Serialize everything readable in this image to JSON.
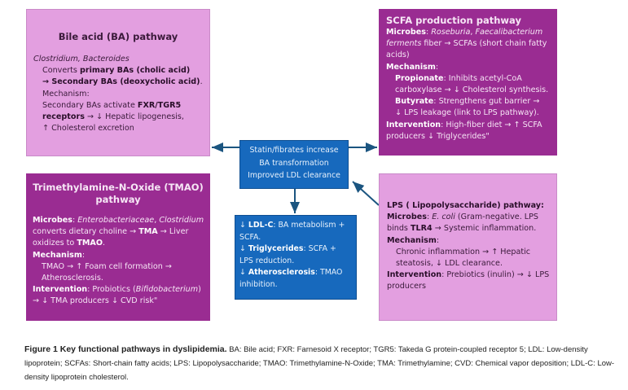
{
  "colors": {
    "pink": "#e39fe0",
    "purple": "#9a2c92",
    "blue": "#1769bd",
    "arrow": "#1b5580"
  },
  "bile_acid": {
    "title": "Bile acid (BA) pathway",
    "lines": [
      {
        "indent": false,
        "segs": [
          [
            "i",
            "Clostridium, Bacteroides"
          ]
        ]
      },
      {
        "indent": true,
        "segs": [
          [
            "n",
            "Converts "
          ],
          [
            "b",
            "primary BAs (cholic acid)"
          ]
        ]
      },
      {
        "indent": true,
        "segs": [
          [
            "b",
            "→ Secondary BAs (deoxycholic acid)"
          ],
          [
            "n",
            "."
          ]
        ]
      },
      {
        "indent": true,
        "segs": [
          [
            "n",
            "Mechanism:"
          ]
        ]
      },
      {
        "indent": true,
        "segs": [
          [
            "n",
            "Secondary BAs activate "
          ],
          [
            "b",
            "FXR/TGR5"
          ]
        ]
      },
      {
        "indent": true,
        "segs": [
          [
            "b",
            "receptors"
          ],
          [
            "n",
            " → ↓ Hepatic lipogenesis,"
          ]
        ]
      },
      {
        "indent": true,
        "segs": [
          [
            "n",
            "↑ Cholesterol excretion"
          ]
        ]
      }
    ]
  },
  "scfa": {
    "title": "SCFA production pathway",
    "lines": [
      {
        "indent": false,
        "segs": [
          [
            "b",
            "Microbes"
          ],
          [
            "n",
            ": "
          ],
          [
            "i",
            "Roseburia"
          ],
          [
            "n",
            ", "
          ],
          [
            "i",
            "Faecalibacterium"
          ]
        ]
      },
      {
        "indent": false,
        "segs": [
          [
            "i",
            "ferments"
          ],
          [
            "n",
            " fiber → SCFAs (short chain fatty"
          ]
        ]
      },
      {
        "indent": false,
        "segs": [
          [
            "n",
            "acids)"
          ]
        ]
      },
      {
        "indent": false,
        "segs": [
          [
            "b",
            "Mechanism"
          ],
          [
            "n",
            ":"
          ]
        ]
      },
      {
        "indent": true,
        "segs": [
          [
            "b",
            "Propionate"
          ],
          [
            "n",
            ": Inhibits acetyl-CoA"
          ]
        ]
      },
      {
        "indent": true,
        "segs": [
          [
            "n",
            "carboxylase → ↓ Cholesterol synthesis."
          ]
        ]
      },
      {
        "indent": true,
        "segs": [
          [
            "b",
            "Butyrate"
          ],
          [
            "n",
            ": Strengthens gut barrier →"
          ]
        ]
      },
      {
        "indent": true,
        "segs": [
          [
            "n",
            "↓ LPS leakage (link to LPS pathway)."
          ]
        ]
      },
      {
        "indent": false,
        "segs": [
          [
            "b",
            "Intervention"
          ],
          [
            "n",
            ": High-fiber diet → ↑ SCFA"
          ]
        ]
      },
      {
        "indent": false,
        "segs": [
          [
            "n",
            "producers ↓ Triglycerides\""
          ]
        ]
      }
    ]
  },
  "tmao": {
    "title": "Trimethylamine-N-Oxide (TMAO) pathway",
    "lines": [
      {
        "indent": false,
        "segs": [
          [
            "b",
            "Microbes"
          ],
          [
            "n",
            ": "
          ],
          [
            "i",
            "Enterobacteriaceae"
          ],
          [
            "n",
            ", "
          ],
          [
            "i",
            "Clostridium"
          ]
        ]
      },
      {
        "indent": false,
        "segs": [
          [
            "n",
            "converts dietary choline → "
          ],
          [
            "b",
            "TMA"
          ],
          [
            "n",
            " → Liver"
          ]
        ]
      },
      {
        "indent": false,
        "segs": [
          [
            "n",
            "oxidizes to "
          ],
          [
            "b",
            "TMAO"
          ],
          [
            "n",
            "."
          ]
        ]
      },
      {
        "indent": false,
        "segs": [
          [
            "b",
            "Mechanism"
          ],
          [
            "n",
            ":"
          ]
        ]
      },
      {
        "indent": true,
        "segs": [
          [
            "n",
            "TMAO → ↑ Foam cell formation →"
          ]
        ]
      },
      {
        "indent": true,
        "segs": [
          [
            "n",
            "Atherosclerosis."
          ]
        ]
      },
      {
        "indent": false,
        "segs": [
          [
            "b",
            "Intervention"
          ],
          [
            "n",
            ": Probiotics ("
          ],
          [
            "i",
            "Bifidobacterium"
          ],
          [
            "n",
            ")"
          ]
        ]
      },
      {
        "indent": false,
        "segs": [
          [
            "n",
            "→ ↓ TMA producers ↓ CVD risk\""
          ]
        ]
      }
    ]
  },
  "lps": {
    "lines": [
      {
        "indent": false,
        "segs": [
          [
            "b",
            "LPS ( Lipopolysaccharide) pathway:"
          ]
        ]
      },
      {
        "indent": false,
        "segs": [
          [
            "b",
            "Microbes"
          ],
          [
            "n",
            ": "
          ],
          [
            "i",
            "E. coli"
          ],
          [
            "n",
            " (Gram-negative. LPS"
          ]
        ]
      },
      {
        "indent": false,
        "segs": [
          [
            "n",
            "binds "
          ],
          [
            "b",
            "TLR4"
          ],
          [
            "n",
            " → Systemic inflammation."
          ]
        ]
      },
      {
        "indent": false,
        "segs": [
          [
            "b",
            "Mechanism"
          ],
          [
            "n",
            ":"
          ]
        ]
      },
      {
        "indent": true,
        "segs": [
          [
            "n",
            "Chronic inflammation → ↑ Hepatic"
          ]
        ]
      },
      {
        "indent": true,
        "segs": [
          [
            "n",
            "steatosis, ↓ LDL clearance."
          ]
        ]
      },
      {
        "indent": false,
        "segs": [
          [
            "b",
            "Intervention"
          ],
          [
            "n",
            ": Prebiotics (inulin) → ↓ LPS"
          ]
        ]
      },
      {
        "indent": false,
        "segs": [
          [
            "n",
            "producers"
          ]
        ]
      }
    ]
  },
  "center": {
    "lines": [
      {
        "indent": false,
        "segs": [
          [
            "n",
            "Statin/fibrates increase"
          ]
        ]
      },
      {
        "indent": false,
        "segs": [
          [
            "n",
            "BA transformation"
          ]
        ]
      },
      {
        "indent": false,
        "segs": [
          [
            "n",
            "Improved LDL clearance"
          ]
        ]
      }
    ]
  },
  "result": {
    "lines": [
      {
        "indent": false,
        "segs": [
          [
            "n",
            "↓ "
          ],
          [
            "b",
            "LDL-C"
          ],
          [
            "n",
            ": BA metabolism +"
          ]
        ]
      },
      {
        "indent": false,
        "segs": [
          [
            "n",
            "SCFA."
          ]
        ]
      },
      {
        "indent": false,
        "segs": [
          [
            "n",
            "↓ "
          ],
          [
            "b",
            "Triglycerides"
          ],
          [
            "n",
            ": SCFA +"
          ]
        ]
      },
      {
        "indent": false,
        "segs": [
          [
            "n",
            "LPS reduction."
          ]
        ]
      },
      {
        "indent": false,
        "segs": [
          [
            "n",
            "↓ "
          ],
          [
            "b",
            "Atherosclerosis"
          ],
          [
            "n",
            ": TMAO"
          ]
        ]
      },
      {
        "indent": false,
        "segs": [
          [
            "n",
            "inhibition."
          ]
        ]
      }
    ]
  },
  "caption": {
    "title": "Figure 1 Key functional pathways in dyslipidemia.",
    "text": " BA: Bile acid; FXR: Farnesoid X receptor; TGR5: Takeda G protein-coupled receptor 5; LDL: Low-density lipoprotein; SCFAs: Short-chain fatty acids; LPS: Lipopolysaccharide; TMAO: Trimethylamine-N-Oxide; TMA: Trimethylamine; CVD: Chemical vapor deposition; LDL-C: Low-density lipoprotein cholesterol."
  }
}
